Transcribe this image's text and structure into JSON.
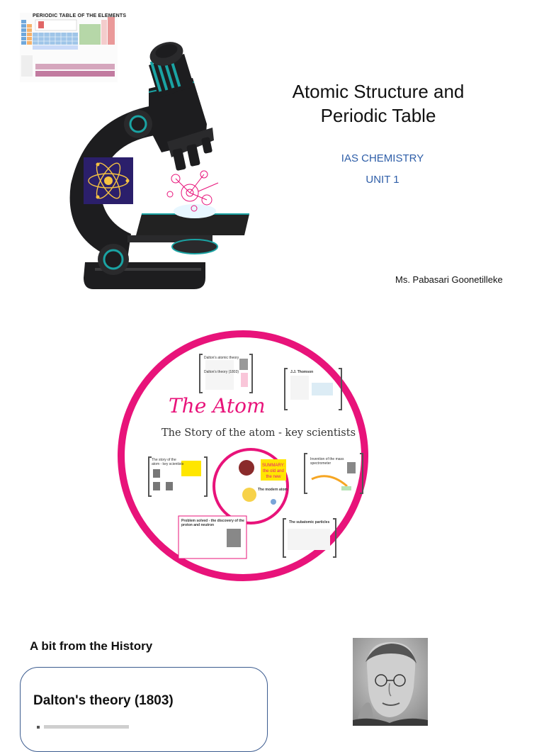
{
  "slide1": {
    "periodic_table_title": "PERIODIC TABLE OF THE ELEMENTS",
    "title_line1": "Atomic Structure and",
    "title_line2": "Periodic Table",
    "subtitle_line1": "IAS CHEMISTRY",
    "subtitle_line2": "UNIT 1",
    "author": "Ms. Pabasari Goonetilleke",
    "colors": {
      "subtitle": "#2e5ea8",
      "microscope_accent": "#1aa3a3",
      "microscope_body": "#1d1d1f"
    }
  },
  "slide2": {
    "heading": "The Atom",
    "subheading": "The Story of the atom - key scientists",
    "frames": {
      "dalton_title": "Dalton's atomic theory",
      "dalton_sub": "Dalton's theory (1803)",
      "thomson_title": "J.J. Thomson",
      "story_title": "The story of the atom - key scientists",
      "summary_label": "SUMMARY: the old and the new",
      "modern_model": "The modern atom",
      "invention_title": "Invention of the mass spectrometer",
      "problem_title": "Problem solved - the discovery of the proton and neutron",
      "subatomic_title": "The subatomic particles"
    },
    "colors": {
      "ring": "#e8137a",
      "heading": "#e8137a"
    }
  },
  "slide3": {
    "heading": "A bit from the History",
    "box_title": "Dalton's theory (1803)"
  }
}
